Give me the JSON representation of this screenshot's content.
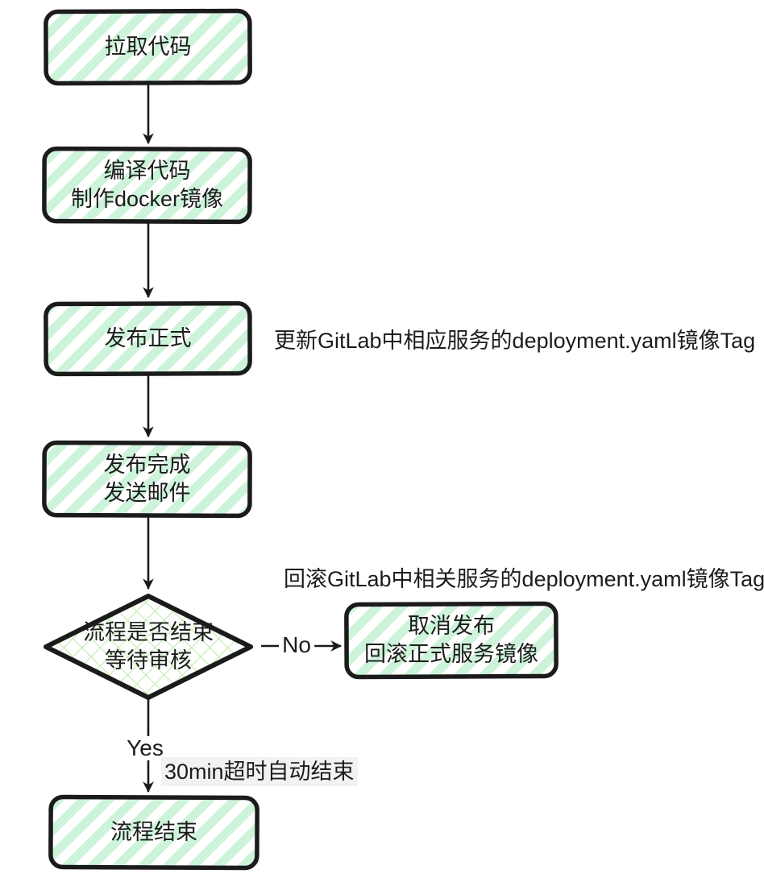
{
  "colors": {
    "stroke": "#1b1b1b",
    "text": "#1c1c1c",
    "stripe_fill": "#cdf3da",
    "hatch_fill": "#c3ecae",
    "timeout_note_bg": "#f2f2f2"
  },
  "nodes": {
    "pull_code": {
      "label": "拉取代码"
    },
    "build_image": {
      "line1": "编译代码",
      "line2": "制作docker镜像"
    },
    "release_prod": {
      "label": "发布正式"
    },
    "notify_done": {
      "line1": "发布完成",
      "line2": "发送邮件"
    },
    "decision": {
      "line1": "流程是否结束",
      "line2": "等待审核"
    },
    "rollback": {
      "line1": "取消发布",
      "line2": "回滚正式服务镜像"
    },
    "end": {
      "label": "流程结束"
    }
  },
  "edge_labels": {
    "no": "No",
    "yes": "Yes"
  },
  "annotations": {
    "update_tag": "更新GitLab中相应服务的deployment.yaml镜像Tag",
    "rollback_tag": "回滚GitLab中相关服务的deployment.yaml镜像Tag",
    "timeout": "30min超时自动结束"
  }
}
